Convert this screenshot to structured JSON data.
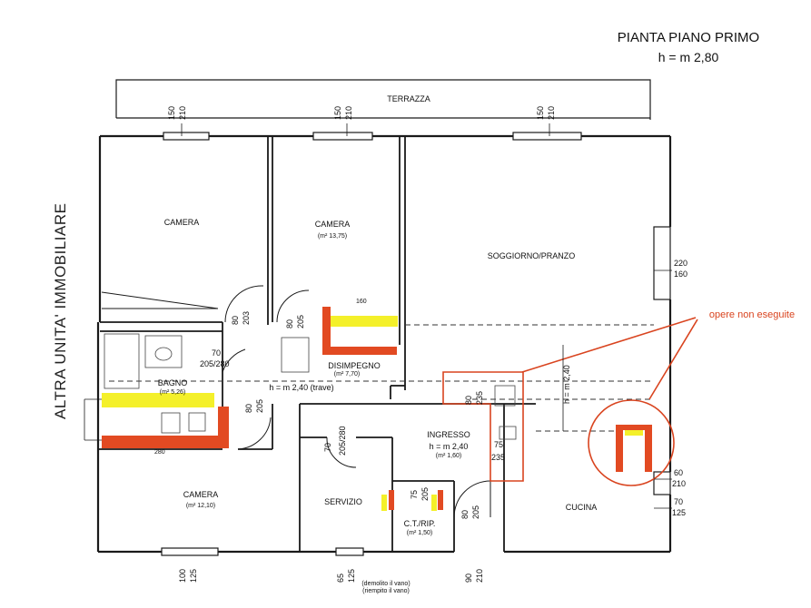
{
  "title": {
    "line1": "PIANTA PIANO PRIMO",
    "line2": "h = m 2,80"
  },
  "side_label": "ALTRA UNITA' IMMOBILIARE",
  "annotation": "opere non eseguite",
  "rooms": {
    "terrazza": "TERRAZZA",
    "camera_1": "CAMERA",
    "camera_2": "CAMERA",
    "camera_2_area": "(m² 13,75)",
    "soggiorno": "SOGGIORNO/PRANZO",
    "disimpegno": "DISIMPEGNO",
    "disimpegno_area": "(m² 7,70)",
    "bagno": "BAGNO",
    "bagno_area": "(m² 5,26)",
    "ingresso": "INGRESSO",
    "ingresso_height": "h = m 2,40",
    "ingresso_area": "(m² 1,60)",
    "camera_3": "CAMERA",
    "camera_3_area": "(m² 12,10)",
    "servizio": "SERVIZIO",
    "ct_rip": "C.T./RIP.",
    "ct_area": "(m² 1,50)",
    "cucina": "CUCINA"
  },
  "notes": {
    "trave": "h = m 2,40 (trave)",
    "bottom_note_1": "(demolito il vano)",
    "bottom_note_2": "(riempito il vano)"
  },
  "dims": {
    "w1_a": "150",
    "w1_b": "210",
    "w2_a": "150",
    "w2_b": "210",
    "w3_a": "150",
    "w3_b": "210",
    "w4_a": "220",
    "w4_b": "160",
    "d_80_203": "80",
    "d_203": "203",
    "d_80_205a": "80",
    "d_205a": "205",
    "d_70": "70",
    "d_205_280": "205/280",
    "d_80_205b": "80",
    "d_205b": "205",
    "d_70b": "70",
    "d_205_280b": "205/280",
    "d_80_235": "80",
    "d_235a": "235",
    "d_75a": "75",
    "d_235b": "235",
    "d_75b": "75",
    "d_205c": "205",
    "d_80c": "80",
    "d_205d": "205",
    "v_240": "h = m 2,40",
    "r_60": "60",
    "r_210": "210",
    "r_70": "70",
    "r_125": "125",
    "b_100": "100",
    "b_125": "125",
    "b_65": "65",
    "b_125b": "125",
    "b_90": "90",
    "b_210": "210",
    "m_280": "280",
    "m_160": "160"
  },
  "colors": {
    "wall": "#1a1a1a",
    "demolition": "#e24a22",
    "new_wall": "#f4f02a",
    "annotation": "#d9441f"
  }
}
